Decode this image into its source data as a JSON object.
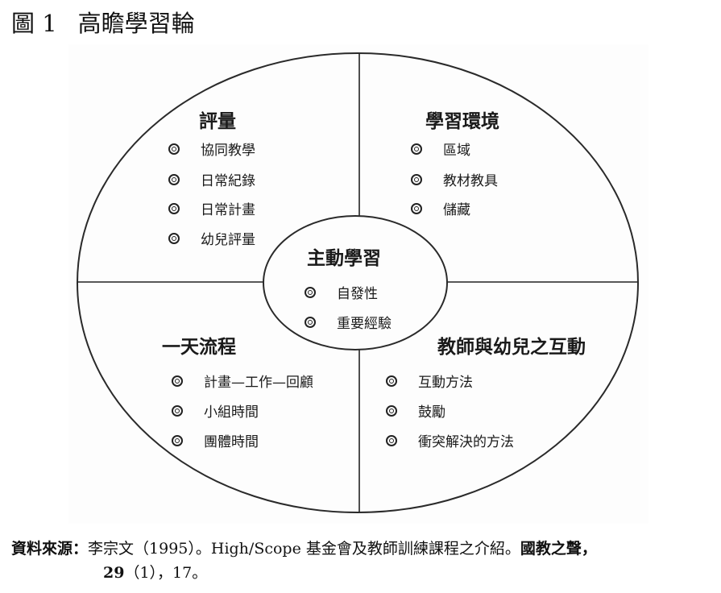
{
  "figure": {
    "number": "圖 1",
    "title": "高瞻學習輪"
  },
  "wheel": {
    "center": {
      "title": "主動學習",
      "items": [
        "自發性",
        "重要經驗"
      ]
    },
    "top_left": {
      "title": "評量",
      "items": [
        "協同教學",
        "日常紀錄",
        "日常計畫",
        "幼兒評量"
      ]
    },
    "top_right": {
      "title": "學習環境",
      "items": [
        "區域",
        "教材教具",
        "儲藏"
      ]
    },
    "bottom_left": {
      "title": "一天流程",
      "items": [
        "計畫—工作—回顧",
        "小組時間",
        "團體時間"
      ]
    },
    "bottom_right": {
      "title": "教師與幼兒之互動",
      "items": [
        "互動方法",
        "鼓勵",
        "衝突解決的方法"
      ]
    },
    "bullet_icon": "double-circle-icon"
  },
  "source": {
    "label": "資料來源：",
    "author_year": "李宗文（1995）。",
    "article": "High/Scope 基金會及教師訓練課程之介紹。",
    "journal": "國教之聲，",
    "volume": "29",
    "issue_pages": "（1），17。"
  }
}
